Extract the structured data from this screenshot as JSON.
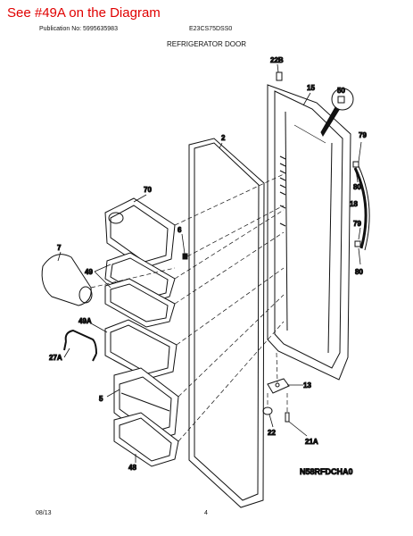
{
  "overlay_note": "See #49A on the Diagram",
  "header": {
    "publication": "Publication No: 5995635983",
    "model": "E23CS75DSS0"
  },
  "title": "REFRIGERATOR DOOR",
  "diagram_code": "N58RFDCHA0",
  "footer": {
    "date": "08/13",
    "page": "4"
  },
  "callouts": {
    "c22b": "22B",
    "c15": "15",
    "c50": "50",
    "c79a": "79",
    "c80a": "80",
    "c18": "18",
    "c79b": "79",
    "c80b": "80",
    "c2": "2",
    "c70": "70",
    "c6": "6",
    "c7": "7",
    "c49": "49",
    "c49a": "49A",
    "c27a": "27A",
    "c5": "5",
    "c48": "48",
    "c13": "13",
    "c22": "22",
    "c21a": "21A"
  }
}
